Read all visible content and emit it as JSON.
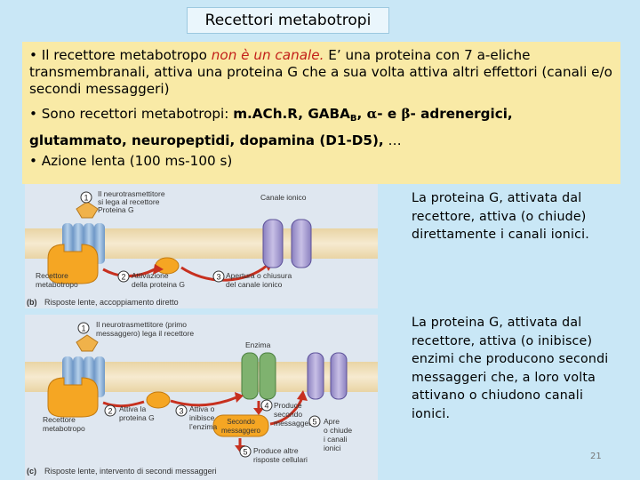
{
  "title": "Recettori metabotropi",
  "bullets": {
    "b1_prefix": "• Il recettore metabotropo ",
    "b1_red": "non è un canale.",
    "b1_rest": " E’ una proteina con 7 a-eliche transmembranali, attiva una proteina G che a sua volta attiva altri effettori (canali e/o secondi messaggeri)",
    "b2_prefix": "• Sono recettori metabotropi: ",
    "b2_mach": "m.ACh.R, GABA",
    "b2_sub": "B",
    "b2_comma": ", ",
    "b2_alpha": "α",
    "b2_mid": "- e ",
    "b2_beta": "β",
    "b2_adr": "- adrenergici,",
    "b2_line2": "glutammato, neuropeptidi, dopamina (D1-D5),",
    "b2_end": " …",
    "b3": "• Azione lenta (100 ms-100 s)"
  },
  "side_text_1": "La proteina G, attivata dal recettore, attiva (o chiude) direttamente i canali ionici.",
  "side_text_2": "La proteina G, attivata dal recettore, attiva (o inibisce) enzimi che producono secondi messaggeri che, a loro volta attivano o chiudono canali ionici.",
  "page_number": "21",
  "figure": {
    "b": {
      "step1_num": "1",
      "step1_l1": "Il neurotrasmettitore",
      "step1_l2": "si lega al recettore",
      "gprotein": "Proteina G",
      "channel": "Canale ionico",
      "receptor_l1": "Recettore",
      "receptor_l2": "metabotropo",
      "step2_num": "2",
      "step2_l1": "Attivazione",
      "step2_l2": "della proteina G",
      "step3_num": "3",
      "step3_l1": "Apertura o chiusura",
      "step3_l2": "del canale ionico",
      "caption_label": "(b)",
      "caption": "Risposte lente, accoppiamento diretto"
    },
    "c": {
      "step1_num": "1",
      "step1_l1": "Il neurotrasmettitore (primo",
      "step1_l2": "messaggero) lega il recettore",
      "enzyme": "Enzima",
      "step2_num": "2",
      "step2_l1": "Attiva la",
      "step2_l2": "proteina G",
      "step3_num": "3",
      "step3_l1": "Attiva o",
      "step3_l2": "inibisce",
      "step3_l3": "l’enzima",
      "step4_num": "4",
      "step4_l1": "Produce",
      "step4_l2": "secondo",
      "step4_l3": "messaggero",
      "receptor_l1": "Recettore",
      "receptor_l2": "metabotropo",
      "second_messenger_l1": "Secondo",
      "second_messenger_l2": "messaggero",
      "step5_num": "5",
      "step5_l1": "Apre",
      "step5_l2": "o chiude",
      "step5_l3": "i canali",
      "step5_l4": "ionici",
      "step5b_num": "5",
      "step5b_l1": "Produce altre",
      "step5b_l2": "risposte cellulari",
      "caption_label": "(c)",
      "caption": "Risposte lente, intervento di secondi messaggeri"
    }
  }
}
